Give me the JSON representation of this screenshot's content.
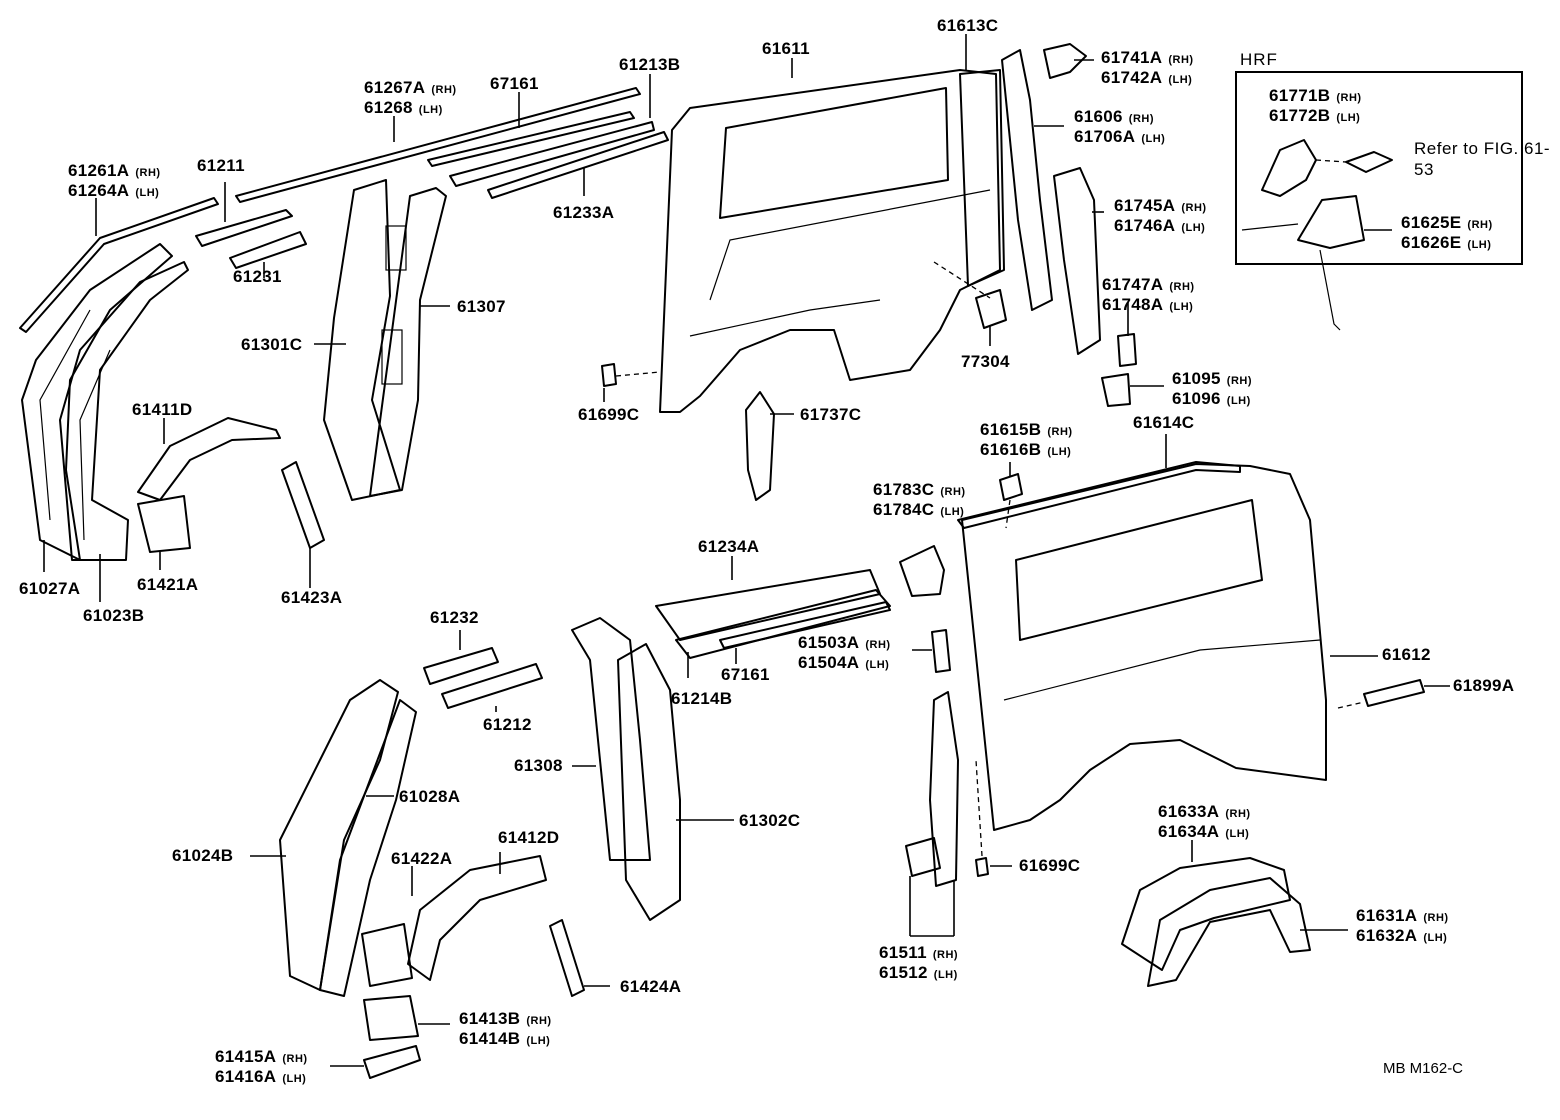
{
  "diagram_code": "MB  M162-C",
  "hrf": {
    "title": "HRF",
    "refer_line1": "Refer to",
    "refer_line2": "FIG. 61-53"
  },
  "labels": [
    {
      "id": "61613C",
      "l1": "61613C",
      "s1": "",
      "l2": "",
      "s2": ""
    },
    {
      "id": "61611",
      "l1": "61611",
      "s1": "",
      "l2": "",
      "s2": ""
    },
    {
      "id": "61741A",
      "l1": "61741A",
      "s1": "(RH)",
      "l2": "61742A",
      "s2": "(LH)"
    },
    {
      "id": "61267A",
      "l1": "61267A",
      "s1": "(RH)",
      "l2": "61268",
      "s2": "(LH)"
    },
    {
      "id": "67161a",
      "l1": "67161",
      "s1": "",
      "l2": "",
      "s2": ""
    },
    {
      "id": "61213B",
      "l1": "61213B",
      "s1": "",
      "l2": "",
      "s2": ""
    },
    {
      "id": "61606",
      "l1": "61606",
      "s1": "(RH)",
      "l2": "61706A",
      "s2": "(LH)"
    },
    {
      "id": "61771B",
      "l1": "61771B",
      "s1": "(RH)",
      "l2": "61772B",
      "s2": "(LH)"
    },
    {
      "id": "61261A",
      "l1": "61261A",
      "s1": "(RH)",
      "l2": "61264A",
      "s2": "(LH)"
    },
    {
      "id": "61211",
      "l1": "61211",
      "s1": "",
      "l2": "",
      "s2": ""
    },
    {
      "id": "61233A",
      "l1": "61233A",
      "s1": "",
      "l2": "",
      "s2": ""
    },
    {
      "id": "61745A",
      "l1": "61745A",
      "s1": "(RH)",
      "l2": "61746A",
      "s2": "(LH)"
    },
    {
      "id": "61625E",
      "l1": "61625E",
      "s1": "(RH)",
      "l2": "61626E",
      "s2": "(LH)"
    },
    {
      "id": "61231",
      "l1": "61231",
      "s1": "",
      "l2": "",
      "s2": ""
    },
    {
      "id": "61747A",
      "l1": "61747A",
      "s1": "(RH)",
      "l2": "61748A",
      "s2": "(LH)"
    },
    {
      "id": "61307",
      "l1": "61307",
      "s1": "",
      "l2": "",
      "s2": ""
    },
    {
      "id": "61301C",
      "l1": "61301C",
      "s1": "",
      "l2": "",
      "s2": ""
    },
    {
      "id": "77304",
      "l1": "77304",
      "s1": "",
      "l2": "",
      "s2": ""
    },
    {
      "id": "61095",
      "l1": "61095",
      "s1": "(RH)",
      "l2": "61096",
      "s2": "(LH)"
    },
    {
      "id": "61411D",
      "l1": "61411D",
      "s1": "",
      "l2": "",
      "s2": ""
    },
    {
      "id": "61699Ca",
      "l1": "61699C",
      "s1": "",
      "l2": "",
      "s2": ""
    },
    {
      "id": "61737C",
      "l1": "61737C",
      "s1": "",
      "l2": "",
      "s2": ""
    },
    {
      "id": "61615B",
      "l1": "61615B",
      "s1": "(RH)",
      "l2": "61616B",
      "s2": "(LH)"
    },
    {
      "id": "61614C",
      "l1": "61614C",
      "s1": "",
      "l2": "",
      "s2": ""
    },
    {
      "id": "61783C",
      "l1": "61783C",
      "s1": "(RH)",
      "l2": "61784C",
      "s2": "(LH)"
    },
    {
      "id": "61027A",
      "l1": "61027A",
      "s1": "",
      "l2": "",
      "s2": ""
    },
    {
      "id": "61421A",
      "l1": "61421A",
      "s1": "",
      "l2": "",
      "s2": ""
    },
    {
      "id": "61423A",
      "l1": "61423A",
      "s1": "",
      "l2": "",
      "s2": ""
    },
    {
      "id": "61023B",
      "l1": "61023B",
      "s1": "",
      "l2": "",
      "s2": ""
    },
    {
      "id": "61234A",
      "l1": "61234A",
      "s1": "",
      "l2": "",
      "s2": ""
    },
    {
      "id": "61232",
      "l1": "61232",
      "s1": "",
      "l2": "",
      "s2": ""
    },
    {
      "id": "61503A",
      "l1": "61503A",
      "s1": "(RH)",
      "l2": "61504A",
      "s2": "(LH)"
    },
    {
      "id": "61612",
      "l1": "61612",
      "s1": "",
      "l2": "",
      "s2": ""
    },
    {
      "id": "67161b",
      "l1": "67161",
      "s1": "",
      "l2": "",
      "s2": ""
    },
    {
      "id": "61214B",
      "l1": "61214B",
      "s1": "",
      "l2": "",
      "s2": ""
    },
    {
      "id": "61899A",
      "l1": "61899A",
      "s1": "",
      "l2": "",
      "s2": ""
    },
    {
      "id": "61212",
      "l1": "61212",
      "s1": "",
      "l2": "",
      "s2": ""
    },
    {
      "id": "61308",
      "l1": "61308",
      "s1": "",
      "l2": "",
      "s2": ""
    },
    {
      "id": "61028A",
      "l1": "61028A",
      "s1": "",
      "l2": "",
      "s2": ""
    },
    {
      "id": "61302C",
      "l1": "61302C",
      "s1": "",
      "l2": "",
      "s2": ""
    },
    {
      "id": "61412D",
      "l1": "61412D",
      "s1": "",
      "l2": "",
      "s2": ""
    },
    {
      "id": "61024B",
      "l1": "61024B",
      "s1": "",
      "l2": "",
      "s2": ""
    },
    {
      "id": "61422A",
      "l1": "61422A",
      "s1": "",
      "l2": "",
      "s2": ""
    },
    {
      "id": "61633A",
      "l1": "61633A",
      "s1": "(RH)",
      "l2": "61634A",
      "s2": "(LH)"
    },
    {
      "id": "61699Cb",
      "l1": "61699C",
      "s1": "",
      "l2": "",
      "s2": ""
    },
    {
      "id": "61631A",
      "l1": "61631A",
      "s1": "(RH)",
      "l2": "61632A",
      "s2": "(LH)"
    },
    {
      "id": "61511",
      "l1": "61511",
      "s1": "(RH)",
      "l2": "61512",
      "s2": "(LH)"
    },
    {
      "id": "61424A",
      "l1": "61424A",
      "s1": "",
      "l2": "",
      "s2": ""
    },
    {
      "id": "61413B",
      "l1": "61413B",
      "s1": "(RH)",
      "l2": "61414B",
      "s2": "(LH)"
    },
    {
      "id": "61415A",
      "l1": "61415A",
      "s1": "(RH)",
      "l2": "61416A",
      "s2": "(LH)"
    }
  ]
}
